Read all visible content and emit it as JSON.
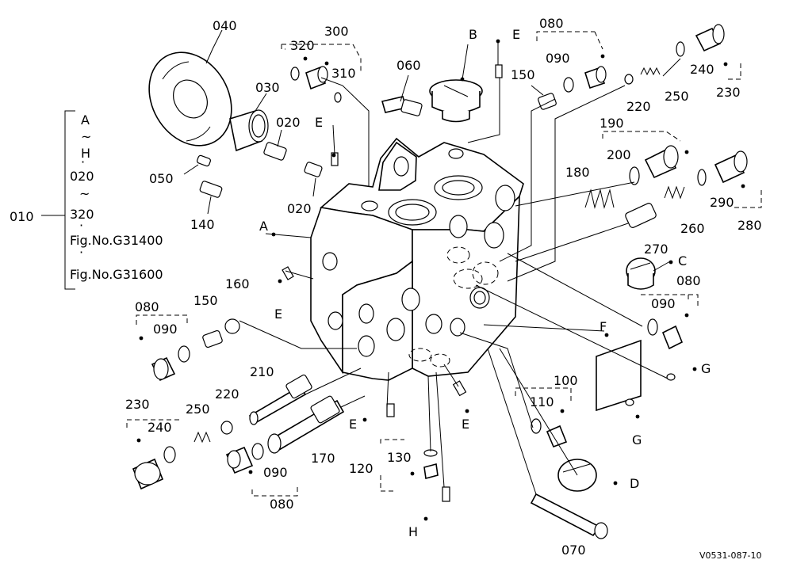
{
  "diagram": {
    "figure_code": "V0531-087-10",
    "legend": {
      "index_number": "010",
      "lines": [
        "A",
        "~",
        "H",
        "·",
        "020",
        "~",
        "320",
        "·",
        "Fig.No.G31400",
        "·",
        "Fig.No.G31600"
      ]
    },
    "callouts": {
      "c020a": "020",
      "c020b": "020",
      "c030": "030",
      "c040": "040",
      "c050": "050",
      "c060": "060",
      "c070": "070",
      "c080a": "080",
      "c080b": "080",
      "c080c": "080",
      "c080d": "080",
      "c090a": "090",
      "c090b": "090",
      "c090c": "090",
      "c090d": "090",
      "c100": "100",
      "c110": "110",
      "c120": "120",
      "c130": "130",
      "c140": "140",
      "c150a": "150",
      "c150b": "150",
      "c160": "160",
      "c170": "170",
      "c180": "180",
      "c190": "190",
      "c200": "200",
      "c210": "210",
      "c220a": "220",
      "c220b": "220",
      "c230a": "230",
      "c230b": "230",
      "c240a": "240",
      "c240b": "240",
      "c250a": "250",
      "c250b": "250",
      "c260": "260",
      "c270": "270",
      "c280": "280",
      "c290": "290",
      "c300": "300",
      "c310": "310",
      "c320": "320",
      "lA": "A",
      "lB": "B",
      "lC": "C",
      "lD": "D",
      "lE1": "E",
      "lE2": "E",
      "lE3": "E",
      "lE4": "E",
      "lE5": "E",
      "lF": "F",
      "lG1": "G",
      "lG2": "G",
      "lH": "H"
    }
  }
}
